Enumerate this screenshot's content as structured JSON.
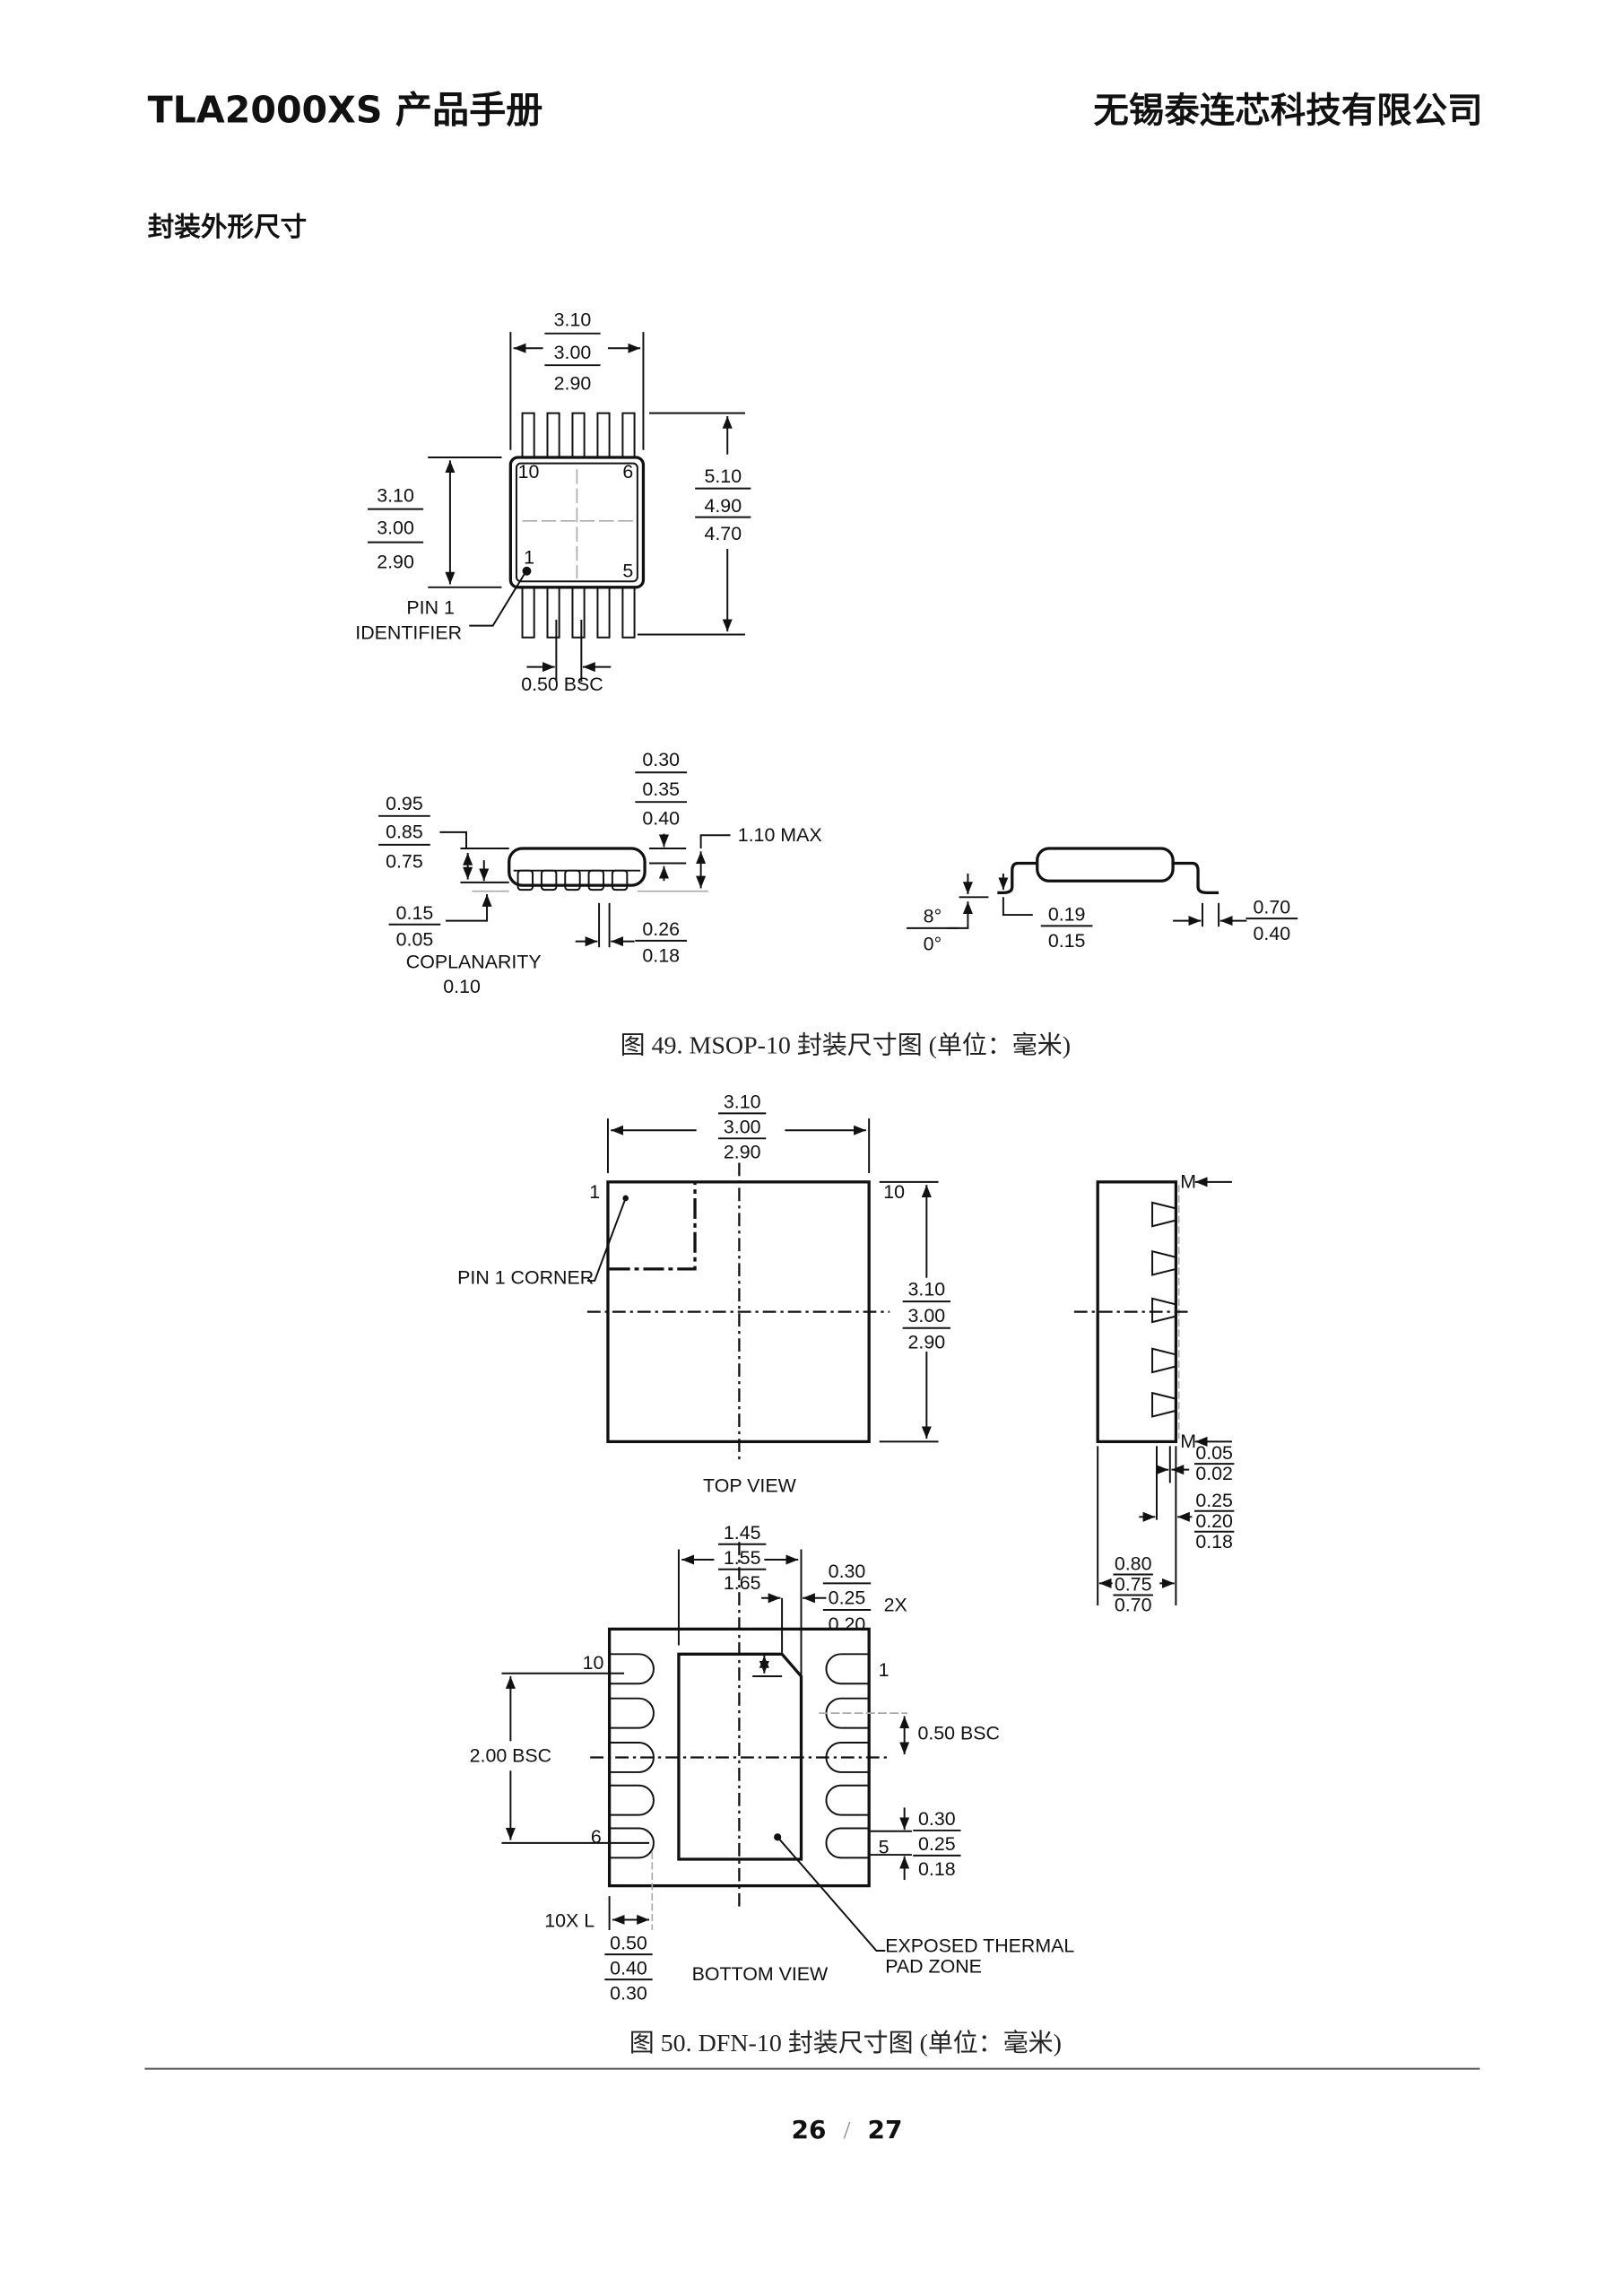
{
  "header": {
    "title": "TLA2000XS 产品手册",
    "company": "无锡泰连芯科技有限公司"
  },
  "section_title": "封装外形尺寸",
  "msop": {
    "top_width": [
      "3.10",
      "3.00",
      "2.90"
    ],
    "body_length": [
      "3.10",
      "3.00",
      "2.90"
    ],
    "overall_width": [
      "5.10",
      "4.90",
      "4.70"
    ],
    "pin1_label": [
      "PIN 1",
      "IDENTIFIER"
    ],
    "pitch": "0.50 BSC",
    "pin_numbers": [
      "10",
      "6",
      "1",
      "5"
    ],
    "body_height": [
      "0.95",
      "0.85",
      "0.75"
    ],
    "standoff": [
      "0.15",
      "0.05"
    ],
    "coplanarity": [
      "COPLANARITY",
      "0.10"
    ],
    "lead_thick": [
      "0.30",
      "0.35",
      "0.40"
    ],
    "max_height": "1.10 MAX",
    "lead_width": [
      "0.26",
      "0.18"
    ],
    "angle": [
      "8°",
      "0°"
    ],
    "lead_t": [
      "0.19",
      "0.15"
    ],
    "foot": [
      "0.70",
      "0.40"
    ],
    "caption": "图 49. MSOP-10  封装尺寸图 (单位：毫米)"
  },
  "dfn": {
    "top_width": [
      "3.10",
      "3.00",
      "2.90"
    ],
    "top_length": [
      "3.10",
      "3.00",
      "2.90"
    ],
    "pin1_num": "1",
    "pin10_num": "10",
    "pin1_corner": "PIN 1 CORNER",
    "top_view": "TOP VIEW",
    "m_label": "M",
    "side_a": [
      "0.05",
      "0.02"
    ],
    "side_b": [
      "0.25",
      "0.20",
      "0.18"
    ],
    "side_h": [
      "0.80",
      "0.75",
      "0.70"
    ],
    "pad_w": [
      "1.45",
      "1.55",
      "1.65"
    ],
    "chamfer": [
      "0.30",
      "0.25",
      "0.20"
    ],
    "chamfer_count": "2X",
    "bottom_pins": [
      "10",
      "1",
      "6",
      "5"
    ],
    "span": "2.00 BSC",
    "pitch": "0.50 BSC",
    "lead_w": [
      "0.30",
      "0.25",
      "0.18"
    ],
    "lead_l_label": "10X L",
    "lead_l": [
      "0.50",
      "0.40",
      "0.30"
    ],
    "bottom_view": "BOTTOM VIEW",
    "thermal": [
      "EXPOSED THERMAL",
      "PAD ZONE"
    ],
    "caption": "图 50. DFN-10  封装尺寸图 (单位：毫米)"
  },
  "footer": {
    "page": "26",
    "sep": "/",
    "total": "27"
  }
}
